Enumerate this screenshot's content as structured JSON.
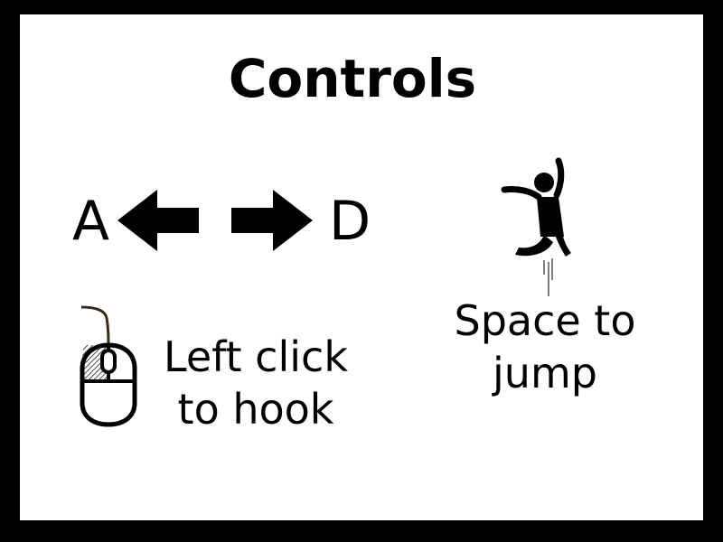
{
  "screen": {
    "title": "Controls",
    "keys": {
      "left_key": "A",
      "right_key": "D",
      "left_arrow_icon": "arrow-left-icon",
      "right_arrow_icon": "arrow-right-icon"
    },
    "jump": {
      "icon": "jumping-person-icon",
      "line1": "Space to",
      "line2": "jump"
    },
    "hook": {
      "icon": "mouse-left-click-icon",
      "line1": "Left click",
      "line2": "to hook"
    }
  },
  "colors": {
    "frame": "#000000",
    "panel": "#ffffff",
    "text": "#000000",
    "mouse_cable": "#3a2a1a"
  }
}
